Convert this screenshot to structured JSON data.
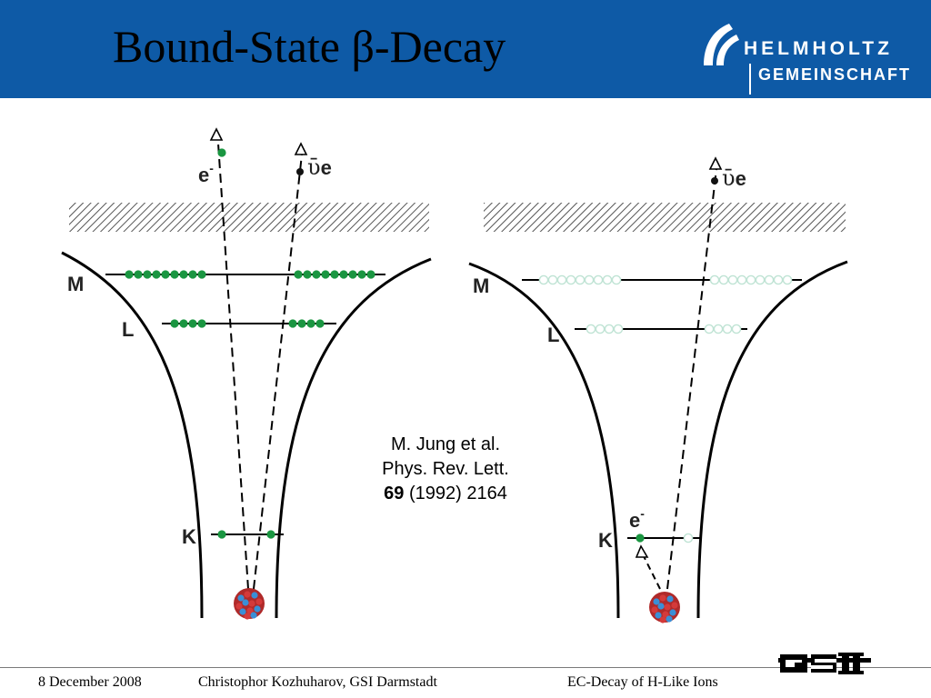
{
  "header": {
    "title": "Bound-State β-Decay",
    "logo_line1": "HELMHOLTZ",
    "logo_line2": "GEMEINSCHAFT"
  },
  "diagram_left": {
    "shell_labels": [
      "M",
      "L",
      "K"
    ],
    "electron_label": "e",
    "electron_sup": "-",
    "neutrino_symbol": "ῡ",
    "neutrino_sub": "e",
    "filled_color": "#1a9641"
  },
  "diagram_right": {
    "shell_labels": [
      "M",
      "L",
      "K"
    ],
    "electron_label": "e",
    "electron_sup": "-",
    "neutrino_symbol": "ῡ",
    "neutrino_sub": "e",
    "empty_color": "#bfe3d4"
  },
  "reference": {
    "authors": "M. Jung et al.",
    "journal": "Phys. Rev. Lett.",
    "volume": "69",
    "details": " (1992) 2164"
  },
  "footer": {
    "date": "8 December 2008",
    "author": "Christophor Kozhuharov, GSI Darmstadt",
    "topic": "EC-Decay of H-Like Ions",
    "logo_text": "GSI"
  }
}
